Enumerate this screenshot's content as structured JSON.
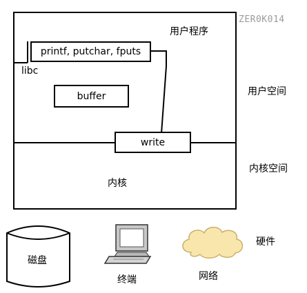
{
  "watermark": "ZER0K014",
  "diagram": {
    "user_program": "用户程序",
    "libc": "libc",
    "stdio_functions": "printf, putchar, fputs",
    "buffer": "buffer",
    "write": "write",
    "kernel": "内核"
  },
  "side_labels": {
    "user_space": "用户空间",
    "kernel_space": "内核空间",
    "hardware": "硬件"
  },
  "devices": {
    "disk": "磁盘",
    "terminal": "终端",
    "network": "网络"
  }
}
